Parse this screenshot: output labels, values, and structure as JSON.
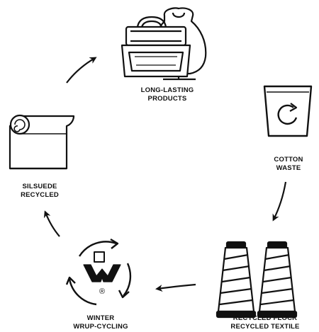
{
  "steps": [
    {
      "id": "products",
      "line1": "LONG-LASTING",
      "line2": "PRODUCTS",
      "icon": "handbag-and-jewelry-bust-icon"
    },
    {
      "id": "cotton",
      "line1": "COTTON",
      "line2": "WASTE",
      "icon": "recycle-bin-icon"
    },
    {
      "id": "textile",
      "line1": "RECYCLED FLOCK",
      "line2": "RECYCLED TEXTILE",
      "icon": "thread-spools-icon"
    },
    {
      "id": "winter",
      "line1": "WINTER",
      "line2": "WRUP-CYCLING",
      "icon": "winter-logo-icon"
    },
    {
      "id": "silsuede",
      "line1": "SILSUEDE",
      "line2": "RECYCLED",
      "icon": "fabric-roll-icon"
    }
  ],
  "colors": {
    "ink": "#111111",
    "background": "#ffffff"
  },
  "logo_mark": "®"
}
